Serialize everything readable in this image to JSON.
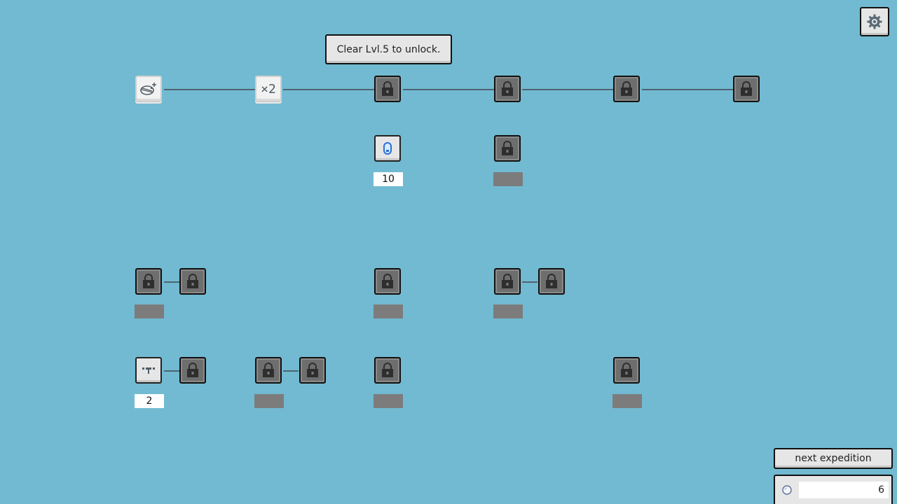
{
  "tooltip": {
    "text": "Clear Lvl.5 to unlock."
  },
  "nodes": {
    "multiplier_text": "×2",
    "capsule_label": "10",
    "lamp_label": "2"
  },
  "buttons": {
    "next_expedition": "next expedition"
  },
  "currency": {
    "value": "6"
  },
  "colors": {
    "background": "#72bad2",
    "locked_node": "#6e6e6e",
    "capsule_accent": "#2a6fd6"
  },
  "icons": {
    "settings": "gear-icon",
    "locked": "lock-icon",
    "first_node": "planet-sparkle-icon",
    "capsule": "capsule-icon",
    "lamp": "lamp-icon",
    "currency": "orb-icon"
  }
}
